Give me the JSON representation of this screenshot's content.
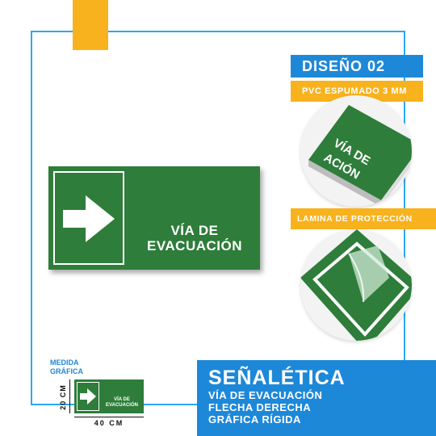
{
  "sign": {
    "line1": "VÍA DE",
    "line2": "EVACUACIÓN"
  },
  "tags": {
    "design": "DISEÑO 02",
    "material": "PVC ESPUMADO 3 MM",
    "lamina": "LAMINA DE PROTECCIÓN"
  },
  "detail_sign_text": {
    "line1": "VÍA DE",
    "line2": "ACIÓN"
  },
  "measure": {
    "label1": "MEDIDA",
    "label2": "GRÁFICA",
    "height": "20 CM",
    "width": "40 CM",
    "mini_line1": "VÍA DE",
    "mini_line2": "EVACUACIÓN"
  },
  "product": {
    "title": "SEÑALÉTICA",
    "line1": "VÍA DE EVACUACIÓN",
    "line2": "FLECHA DERECHA",
    "line3": "GRÁFICA RÍGIDA"
  },
  "colors": {
    "sign_green": "#2e7d3a",
    "accent_blue": "#1e88d8",
    "frame_blue": "#2aa8f0",
    "accent_orange": "#f7b21e"
  },
  "icons": [
    "arrow-right-icon"
  ]
}
